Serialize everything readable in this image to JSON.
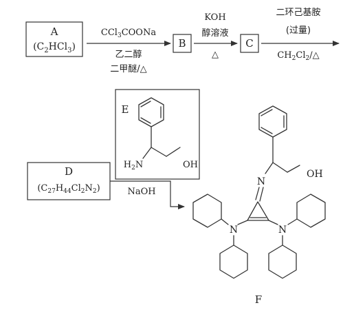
{
  "compound_a": {
    "letter": "A",
    "formula": "(C2HCl3)"
  },
  "step1": {
    "reagent_top": "CCl3COONa",
    "reagent_mid": "乙二醇",
    "reagent_bottom": "二甲醚/△"
  },
  "compound_b": {
    "letter": "B"
  },
  "step2": {
    "reagent_top": "KOH",
    "reagent_mid": "醇溶液",
    "reagent_bottom": "△"
  },
  "compound_c": {
    "letter": "C"
  },
  "step3": {
    "reagent_top": "二环己基胺",
    "reagent_mid": "(过量)",
    "reagent_bottom": "CH2Cl2/△"
  },
  "compound_e": {
    "letter": "E",
    "nh2": "H2N",
    "oh": "OH"
  },
  "compound_d": {
    "letter": "D",
    "formula": "(C27H44Cl2N2)"
  },
  "step4": {
    "reagent": "NaOH"
  },
  "compound_f": {
    "letter": "F",
    "n_imine": "N",
    "oh": "OH",
    "n_left": "N",
    "n_right": "N"
  }
}
